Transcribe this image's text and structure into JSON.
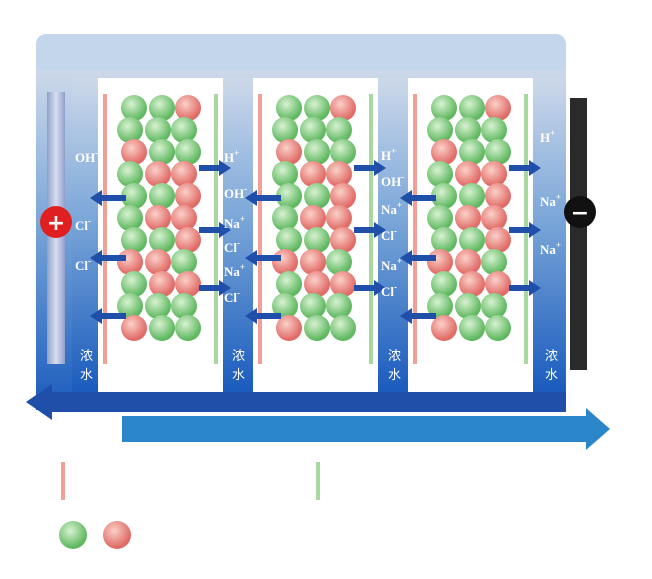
{
  "electrodes": {
    "anode_sign": "+",
    "cathode_sign": "−",
    "anode_color": "#e02020",
    "cathode_color": "#111111"
  },
  "zones": {
    "concentrate_label": [
      "浓",
      "水"
    ]
  },
  "ions": {
    "anode_chamber": [
      {
        "sup": "-",
        "text": "OH"
      },
      {
        "sup": "-",
        "text": "Cl"
      },
      {
        "sup": "-",
        "text": "Cl"
      }
    ],
    "middle_chamber_1": [
      {
        "text": "H",
        "sup": "+"
      },
      {
        "text": "OH",
        "sup": "-"
      },
      {
        "text": "Na",
        "sup": "+"
      },
      {
        "text": "Cl",
        "sup": "-"
      },
      {
        "text": "Na",
        "sup": "+"
      },
      {
        "text": "Cl",
        "sup": "-"
      }
    ],
    "middle_chamber_2": [
      {
        "text": "H",
        "sup": "+"
      },
      {
        "text": "OH",
        "sup": "-"
      },
      {
        "text": "Na",
        "sup": "+"
      },
      {
        "text": "Cl",
        "sup": "-"
      },
      {
        "text": "Na",
        "sup": "+"
      },
      {
        "text": "Cl",
        "sup": "-"
      }
    ],
    "cathode_chamber": [
      {
        "text": "H",
        "sup": "+"
      },
      {
        "text": "Na",
        "sup": "+"
      },
      {
        "text": "Na",
        "sup": "+"
      }
    ]
  },
  "legend": {
    "anion_membrane_color": "#f0a098",
    "cation_membrane_color": "#a8d8a0",
    "cation_resin_color": "#8fd08a",
    "anion_resin_color": "#f09a9a"
  },
  "colors": {
    "water_top": "#c8d7ea",
    "water_bottom": "#1a5fbf",
    "arrow": "#1f4fa8",
    "flow_arrow": "#2a86c8"
  }
}
